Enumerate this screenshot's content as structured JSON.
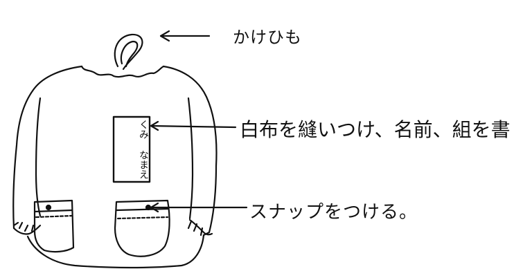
{
  "labels": {
    "hanger_loop": "かけひも",
    "name_cloth": "白布を縫いつけ、名前、組を書く。",
    "snap": "スナップをつける。"
  },
  "name_tag": {
    "text": "くみ なまえ"
  },
  "colors": {
    "ink": "#111111",
    "paper": "#ffffff"
  }
}
